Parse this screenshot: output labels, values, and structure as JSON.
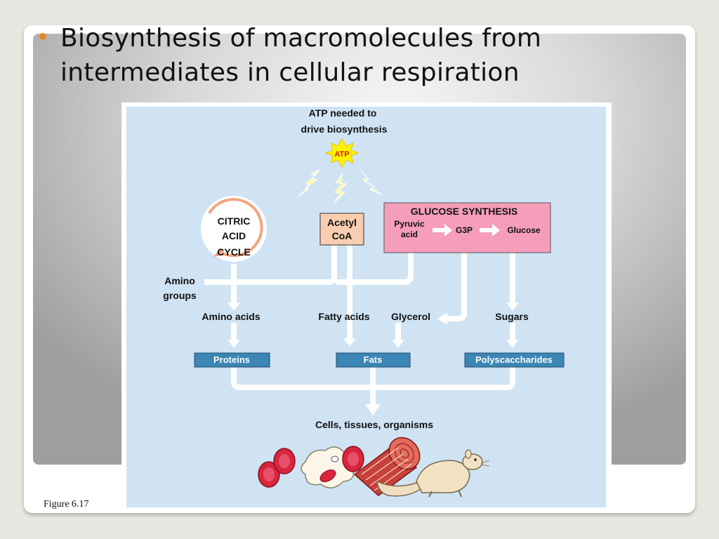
{
  "slide": {
    "title_line1": "Biosynthesis of macromolecules from",
    "title_line2": "intermediates in cellular respiration",
    "caption": "Figure 6.17"
  },
  "diagram": {
    "atp_note_line1": "ATP needed to",
    "atp_note_line2": "drive biosynthesis",
    "atp_label": "ATP",
    "citric_line1": "CITRIC",
    "citric_line2": "ACID",
    "citric_line3": "CYCLE",
    "acetyl_line1": "Acetyl",
    "acetyl_line2": "CoA",
    "glucose_synthesis_title": "GLUCOSE SYNTHESIS",
    "pyruvic_line1": "Pyruvic",
    "pyruvic_line2": "acid",
    "g3p": "G3P",
    "glucose": "Glucose",
    "amino_groups_line1": "Amino",
    "amino_groups_line2": "groups",
    "amino_acids": "Amino acids",
    "fatty_acids": "Fatty acids",
    "glycerol": "Glycerol",
    "sugars": "Sugars",
    "proteins": "Proteins",
    "fats": "Fats",
    "polysaccharides": "Polyscaccharides",
    "cells_tissues": "Cells, tissues, organisms"
  },
  "colors": {
    "diagram_background": "#cfe3f3",
    "product_box": "#3b86b4",
    "glucose_box": "#f59dbb",
    "acetyl_box": "#f9cdb0",
    "atp_star": "#fff200",
    "citric_arrow": "#e0552d"
  }
}
